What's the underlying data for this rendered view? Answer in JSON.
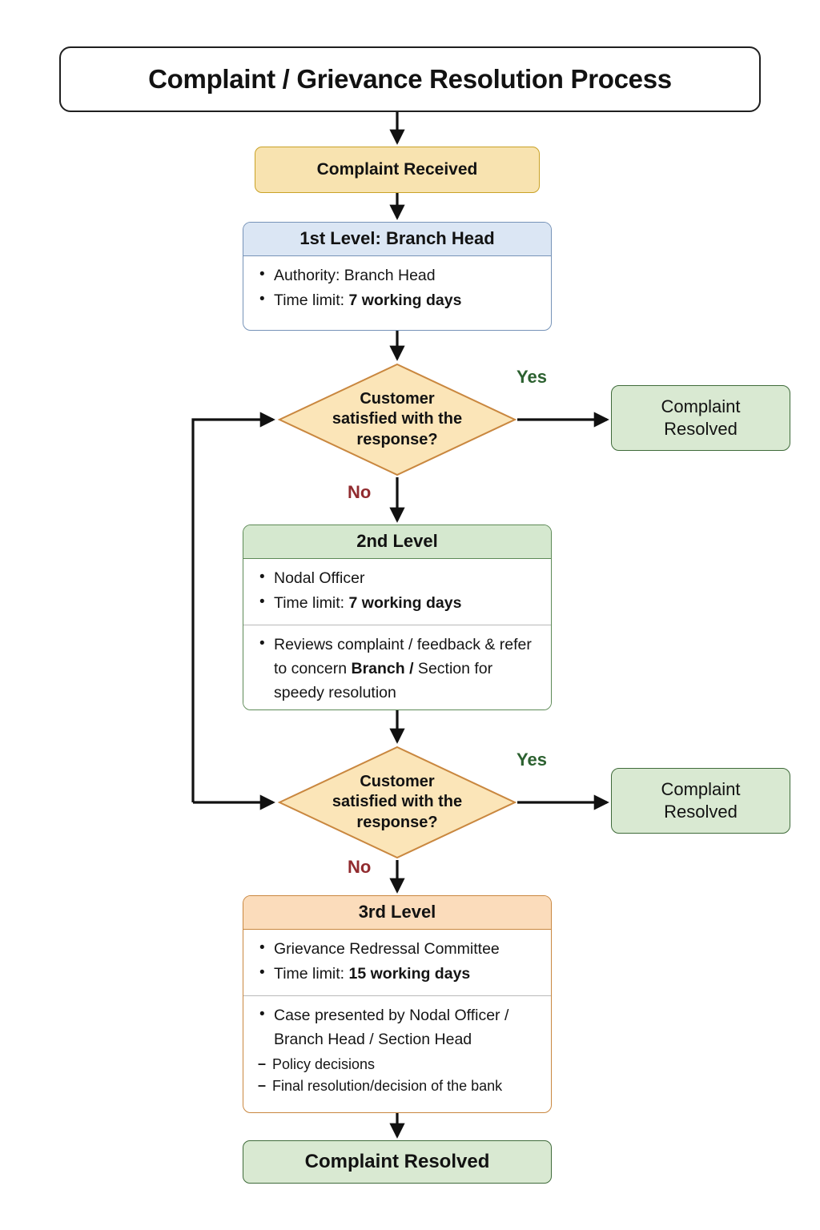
{
  "diagram": {
    "type": "flowchart",
    "title": "Complaint / Grievance Resolution Process",
    "background_color": "#ffffff",
    "colors": {
      "start_fill": "#f8e3b0",
      "start_stroke": "#c9a227",
      "level1_header_fill": "#dbe6f4",
      "level1_stroke": "#7693b8",
      "level2_header_fill": "#d5e8cf",
      "level2_stroke": "#5d8a56",
      "level3_header_fill": "#fbdcbb",
      "level3_stroke": "#c9873f",
      "decision_fill": "#fbe5b8",
      "decision_stroke": "#c9873f",
      "resolved_fill": "#d9e9d2",
      "resolved_stroke": "#3f6b3a",
      "yes_label": "#2c6130",
      "no_label": "#912b2f",
      "edge_stroke": "#111111",
      "title_stroke": "#1f1f1f"
    }
  },
  "nodes": {
    "title": {
      "label": "Complaint / Grievance Resolution Process"
    },
    "complaint_received": {
      "label": "Complaint Received"
    },
    "level1": {
      "header": "1st Level: Branch Head",
      "sections": [
        {
          "items": [
            {
              "prefix": "Authority: ",
              "strong": "Branch Head"
            },
            {
              "prefix": "Time limit: ",
              "strong": "7 working days"
            }
          ]
        }
      ]
    },
    "decision1": {
      "label_line1": "Customer",
      "label_line2": "satisfied with the",
      "label_line3": "response?",
      "yes_label": "Yes",
      "no_label": "No"
    },
    "resolved1": {
      "line1": "Complaint",
      "line2": "Resolved"
    },
    "level2": {
      "header": "2nd Level",
      "sections": [
        {
          "items": [
            {
              "prefix": "Nodal Officer",
              "strong": ""
            },
            {
              "prefix": "Time limit: ",
              "strong": "7 working days"
            }
          ]
        },
        {
          "items": [
            {
              "prefix": "Reviews complaint / feedback & refer to concern ",
              "strong": "Branch /",
              "suffix": " Section for speedy resolution"
            }
          ]
        }
      ]
    },
    "decision2": {
      "label_line1": "Customer",
      "label_line2": "satisfied with the",
      "label_line3": "response?",
      "yes_label": "Yes",
      "no_label": "No"
    },
    "resolved2": {
      "line1": "Complaint",
      "line2": "Resolved"
    },
    "level3": {
      "header": "3rd Level",
      "sections": [
        {
          "items": [
            {
              "prefix": "Grievance Redressal Committee",
              "strong": ""
            },
            {
              "prefix": "Time limit: ",
              "strong": "15 working days"
            }
          ]
        },
        {
          "items": [
            {
              "prefix": "Case presented by Nodal Officer / Branch Head / Section Head",
              "strong": ""
            }
          ],
          "subitems": [
            "Policy decisions",
            "Final resolution/decision of the bank"
          ]
        }
      ]
    },
    "resolved_final": {
      "label": "Complaint Resolved"
    }
  },
  "edges": [
    {
      "from": "title",
      "to": "complaint_received",
      "label": ""
    },
    {
      "from": "complaint_received",
      "to": "level1",
      "label": ""
    },
    {
      "from": "level1",
      "to": "decision1",
      "label": ""
    },
    {
      "from": "decision1",
      "to": "resolved1",
      "label": "Yes"
    },
    {
      "from": "decision1",
      "to": "level2",
      "label": "No"
    },
    {
      "from": "level2",
      "to": "decision2",
      "label": ""
    },
    {
      "from": "decision2",
      "to": "resolved2",
      "label": "Yes"
    },
    {
      "from": "decision2",
      "to": "level3",
      "label": "No"
    },
    {
      "from": "decision2",
      "to": "decision1",
      "label": ""
    },
    {
      "from": "level3",
      "to": "resolved_final",
      "label": ""
    }
  ]
}
